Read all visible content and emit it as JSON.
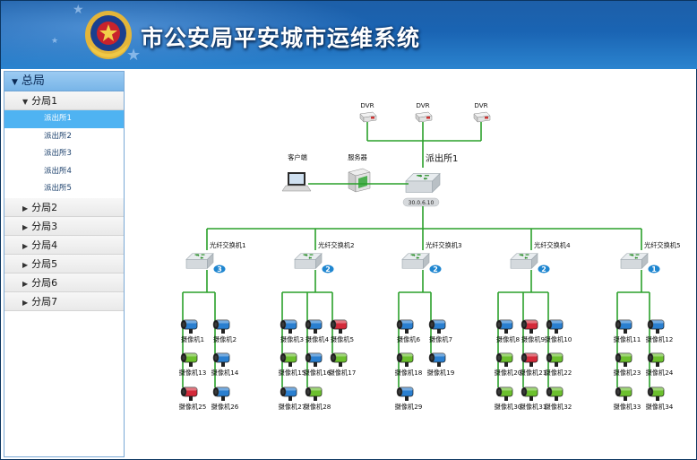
{
  "header": {
    "title": "市公安局平安城市运维系统"
  },
  "sidebar": {
    "root": "总局",
    "groups": [
      {
        "label": "分局1",
        "expanded": true,
        "children": [
          "派出所1",
          "派出所2",
          "派出所3",
          "派出所4",
          "派出所5"
        ],
        "selected": "派出所1"
      },
      {
        "label": "分局2"
      },
      {
        "label": "分局3"
      },
      {
        "label": "分局4"
      },
      {
        "label": "分局5"
      },
      {
        "label": "分局6"
      },
      {
        "label": "分局7"
      }
    ]
  },
  "topology": {
    "dvrs": [
      "DVR",
      "DVR",
      "DVR"
    ],
    "client_label": "客户端",
    "server_label": "服务器",
    "station_label": "派出所1",
    "station_ip": "30.0.6.10",
    "link_color": "#2aa02a",
    "switches": [
      {
        "label": "光纤交换机1",
        "badge": "3",
        "badge_color": "#1f86d0",
        "cameras": [
          {
            "label": "摄像机1",
            "status": "blue"
          },
          {
            "label": "摄像机2",
            "status": "blue"
          },
          {
            "label": "摄像机13",
            "status": "green"
          },
          {
            "label": "摄像机14",
            "status": "blue"
          },
          {
            "label": "摄像机25",
            "status": "red"
          },
          {
            "label": "摄像机26",
            "status": "blue"
          }
        ]
      },
      {
        "label": "光纤交换机2",
        "badge": "2",
        "badge_color": "#1f86d0",
        "cameras": [
          {
            "label": "摄像机3",
            "status": "blue"
          },
          {
            "label": "摄像机4",
            "status": "blue"
          },
          {
            "label": "摄像机5",
            "status": "red"
          },
          {
            "label": "摄像机15",
            "status": "green"
          },
          {
            "label": "摄像机16",
            "status": "blue"
          },
          {
            "label": "摄像机17",
            "status": "green"
          },
          {
            "label": "摄像机27",
            "status": "blue"
          },
          {
            "label": "摄像机28",
            "status": "green"
          }
        ]
      },
      {
        "label": "光纤交换机3",
        "badge": "2",
        "badge_color": "#1f86d0",
        "cameras": [
          {
            "label": "摄像机6",
            "status": "blue"
          },
          {
            "label": "摄像机7",
            "status": "blue"
          },
          {
            "label": "摄像机18",
            "status": "green"
          },
          {
            "label": "摄像机19",
            "status": "blue"
          },
          {
            "label": "摄像机29",
            "status": "blue"
          }
        ]
      },
      {
        "label": "光纤交换机4",
        "badge": "2",
        "badge_color": "#1f86d0",
        "cameras": [
          {
            "label": "摄像机8",
            "status": "blue"
          },
          {
            "label": "摄像机9",
            "status": "red"
          },
          {
            "label": "摄像机10",
            "status": "blue"
          },
          {
            "label": "摄像机20",
            "status": "green"
          },
          {
            "label": "摄像机21",
            "status": "red"
          },
          {
            "label": "摄像机22",
            "status": "green"
          },
          {
            "label": "摄像机30",
            "status": "green"
          },
          {
            "label": "摄像机31",
            "status": "green"
          },
          {
            "label": "摄像机32",
            "status": "green"
          }
        ]
      },
      {
        "label": "光纤交换机5",
        "badge": "1",
        "badge_color": "#1f86d0",
        "cameras": [
          {
            "label": "摄像机11",
            "status": "blue"
          },
          {
            "label": "摄像机12",
            "status": "blue"
          },
          {
            "label": "摄像机23",
            "status": "green"
          },
          {
            "label": "摄像机24",
            "status": "green"
          },
          {
            "label": "摄像机33",
            "status": "green"
          },
          {
            "label": "摄像机34",
            "status": "green"
          }
        ]
      }
    ],
    "status_colors": {
      "blue": "#2a7fd0",
      "green": "#6cc02e",
      "red": "#d42a3a"
    }
  }
}
